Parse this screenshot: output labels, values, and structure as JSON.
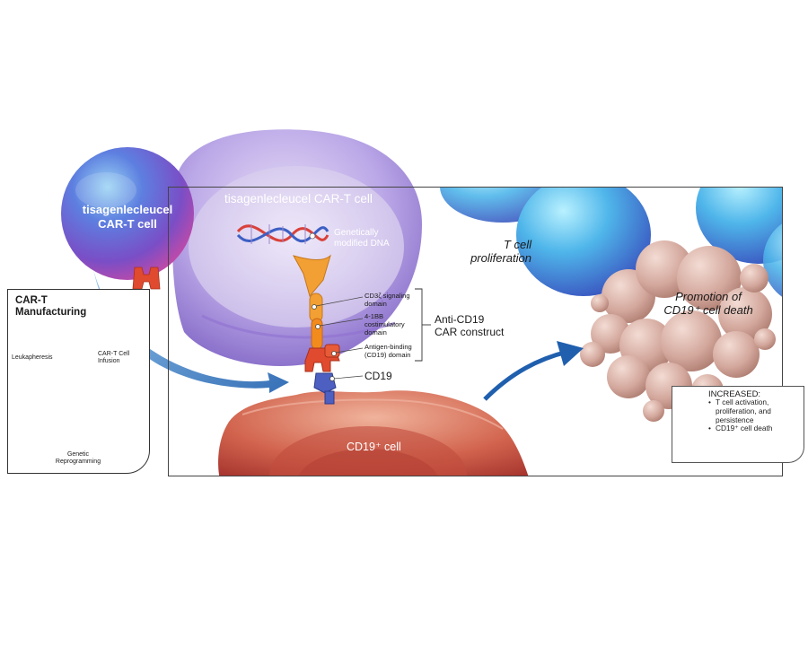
{
  "cells": {
    "cart_cell_label_line1": "tisagenlecleucel",
    "cart_cell_label_line2": "CAR-T cell",
    "cart_cell_header": "tisagenlecleucel CAR-T cell",
    "target_cell_label": "CD19⁺ cell"
  },
  "dna": {
    "label_line1": "Genetically",
    "label_line2": "modified DNA"
  },
  "car_construct": {
    "signaling_line1": "CD3ζ signaling",
    "signaling_line2": "domain",
    "costim_line1": "4-1BB",
    "costim_line2": "costimulatory",
    "costim_line3": "domain",
    "binding_line1": "Antigen-binding",
    "binding_line2": "(CD19) domain",
    "construct_line1": "Anti-CD19",
    "construct_line2": "CAR construct",
    "cd19_label": "CD19"
  },
  "proliferation": {
    "line1": "T cell",
    "line2": "proliferation"
  },
  "death": {
    "line1": "Promotion of",
    "line2": "CD19⁺ cell death"
  },
  "manufacturing": {
    "title_line1": "CAR-T",
    "title_line2": "Manufacturing",
    "leukapheresis": "Leukapheresis",
    "infusion_line1": "CAR-T Cell",
    "infusion_line2": "Infusion",
    "reprog_line1": "Genetic",
    "reprog_line2": "Reprogramming"
  },
  "increased": {
    "title": "INCREASED:",
    "items": [
      "T cell activation, proliferation, and persistence",
      "CD19⁺ cell death"
    ]
  },
  "colors": {
    "cart_purple": "#7b52c8",
    "cart_blue": "#5b8fe0",
    "target_red": "#c0453a",
    "car_orange": "#f28b1e",
    "car_red": "#e04a2e",
    "cd19_blue": "#4d5fc0",
    "arrow_blue": "#1f5fae",
    "dying_pink": "#c99a90"
  }
}
